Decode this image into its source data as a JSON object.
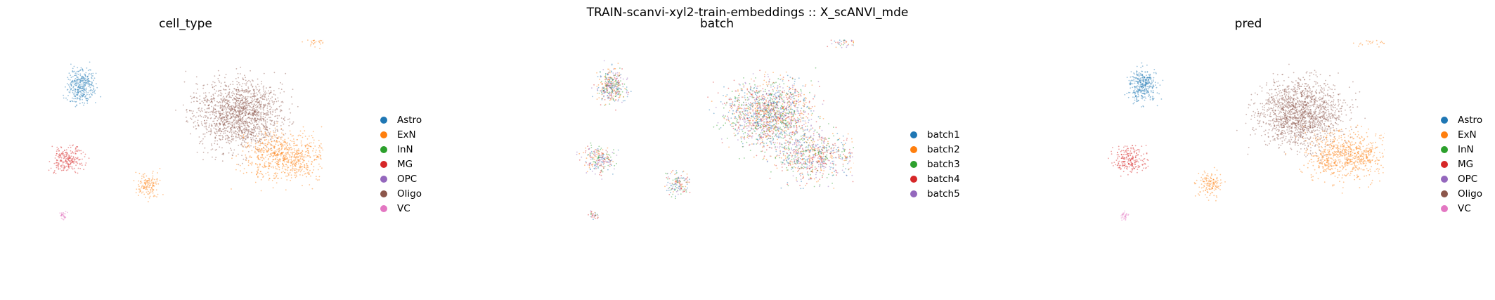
{
  "suptitle": "TRAIN-scanvi-xyl2-train-embeddings :: X_scANVI_mde",
  "chart_data": [
    {
      "type": "scatter",
      "title": "cell_type",
      "xlabel": "",
      "ylabel": "",
      "grid": false,
      "legend_position": "right",
      "legend": [
        {
          "label": "Astro",
          "color": "#1f77b4"
        },
        {
          "label": "ExN",
          "color": "#ff7f0e"
        },
        {
          "label": "InN",
          "color": "#2ca02c"
        },
        {
          "label": "MG",
          "color": "#d62728"
        },
        {
          "label": "OPC",
          "color": "#9467bd"
        },
        {
          "label": "Oligo",
          "color": "#8c564b"
        },
        {
          "label": "VC",
          "color": "#e377c2"
        }
      ]
    },
    {
      "type": "scatter",
      "title": "batch",
      "xlabel": "",
      "ylabel": "",
      "grid": false,
      "legend_position": "right",
      "legend": [
        {
          "label": "batch1",
          "color": "#1f77b4"
        },
        {
          "label": "batch2",
          "color": "#ff7f0e"
        },
        {
          "label": "batch3",
          "color": "#2ca02c"
        },
        {
          "label": "batch4",
          "color": "#d62728"
        },
        {
          "label": "batch5",
          "color": "#9467bd"
        }
      ]
    },
    {
      "type": "scatter",
      "title": "pred",
      "xlabel": "",
      "ylabel": "",
      "grid": false,
      "legend_position": "right",
      "legend": [
        {
          "label": "Astro",
          "color": "#1f77b4"
        },
        {
          "label": "ExN",
          "color": "#ff7f0e"
        },
        {
          "label": "InN",
          "color": "#2ca02c"
        },
        {
          "label": "MG",
          "color": "#d62728"
        },
        {
          "label": "OPC",
          "color": "#9467bd"
        },
        {
          "label": "Oligo",
          "color": "#8c564b"
        },
        {
          "label": "VC",
          "color": "#e377c2"
        }
      ]
    }
  ]
}
